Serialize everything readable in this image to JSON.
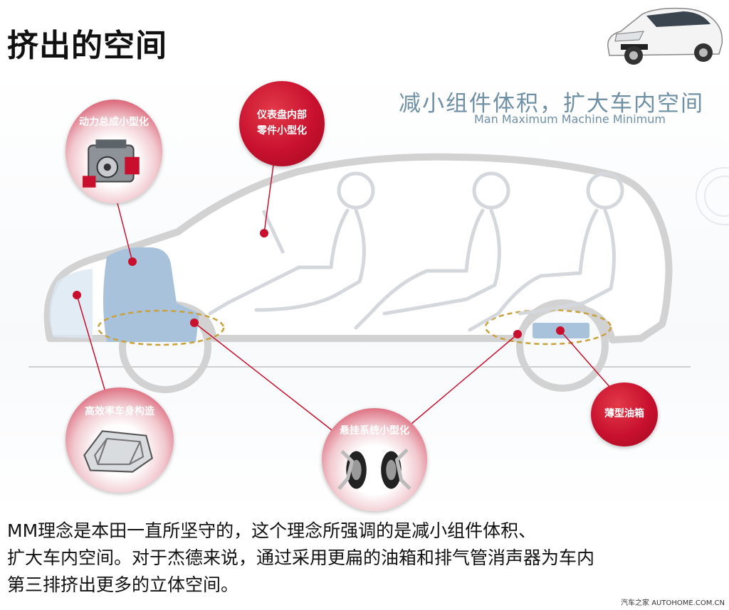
{
  "title": "挤出的空间",
  "slogan": {
    "cn": "减小组件体积，扩大车内空间",
    "en": "Man Maximum Machine Minimum"
  },
  "callouts": {
    "powertrain": "动力总成小型化",
    "dashboard_line1": "仪表盘内部",
    "dashboard_line2": "零件小型化",
    "body_structure": "高效率车身构造",
    "suspension": "悬挂系统小型化",
    "fuel_tank": "薄型油箱"
  },
  "body_text": [
    "MM理念是本田一直所坚守的，这个理念所强调的是减小组件体积、",
    "扩大车内空间。对于杰德来说，通过采用更扁的油箱和排气管消声器为车内",
    "第三排挤出更多的立体空间。"
  ],
  "watermark": "汽车之家 AUTOHOME.COM.CN",
  "colors": {
    "accent_red": "#c8102e",
    "slogan_blue": "#6f8fa5",
    "car_outline": "#d8d8d8",
    "component_blue": "#a9c2db",
    "highlight_dash": "#c9a13b"
  },
  "icons": [
    "car-thumbnail-icon",
    "engine-icon",
    "body-frame-icon",
    "suspension-icon",
    "seated-passenger-icon"
  ]
}
